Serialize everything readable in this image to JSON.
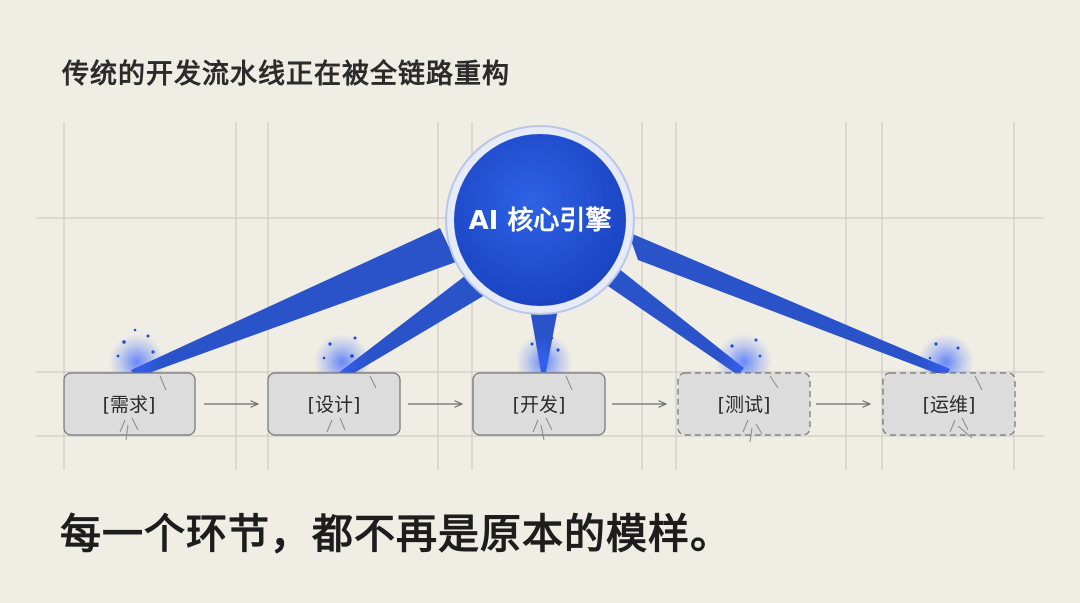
{
  "heading": "传统的开发流水线正在被全链路重构",
  "core": {
    "label": "AI 核心引擎"
  },
  "stages": [
    {
      "label": "[需求]",
      "style": "solid"
    },
    {
      "label": "[设计]",
      "style": "solid"
    },
    {
      "label": "[开发]",
      "style": "solid"
    },
    {
      "label": "[测试]",
      "style": "dashed"
    },
    {
      "label": "[运维]",
      "style": "dashed"
    }
  ],
  "caption": "每一个环节，都不再是原本的模样。",
  "colors": {
    "background": "#efede4",
    "core_fill": "#1f4fd1",
    "core_ring": "#c9d4f2",
    "beam": "#2a52c9",
    "box_fill": "#dcdcdc",
    "box_border": "#7a7a7a",
    "grid": "#c8c6bd"
  }
}
